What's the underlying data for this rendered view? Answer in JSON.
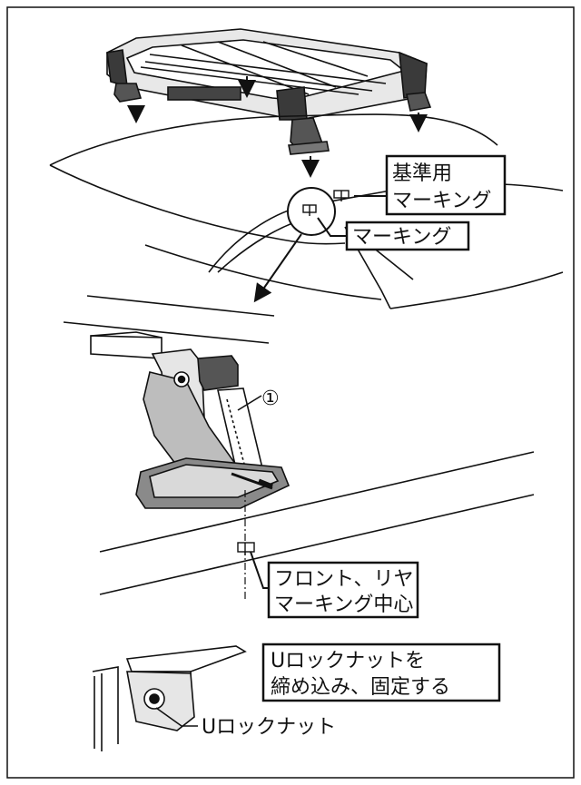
{
  "colors": {
    "ink": "#111111",
    "paper": "#ffffff",
    "metal_dark": "#2a2a2a",
    "metal_mid": "#8c8c8c",
    "metal_light": "#d6d6d6"
  },
  "icons": {
    "down_arrow": "down-arrow-icon",
    "leader_arrow": "leader-arrow-icon",
    "part_number": "circled-number-icon"
  },
  "labels": {
    "reference_marking_line1": "基準用",
    "reference_marking_line2": "マーキング",
    "marking": "マーキング",
    "part_number": "①",
    "front_rear_line1": "フロント、リヤ",
    "front_rear_line2": "マーキング中心",
    "tighten_line1": "Uロックナットを",
    "tighten_line2": "締め込み、固定する",
    "u_lock_nut": "Uロックナット"
  }
}
